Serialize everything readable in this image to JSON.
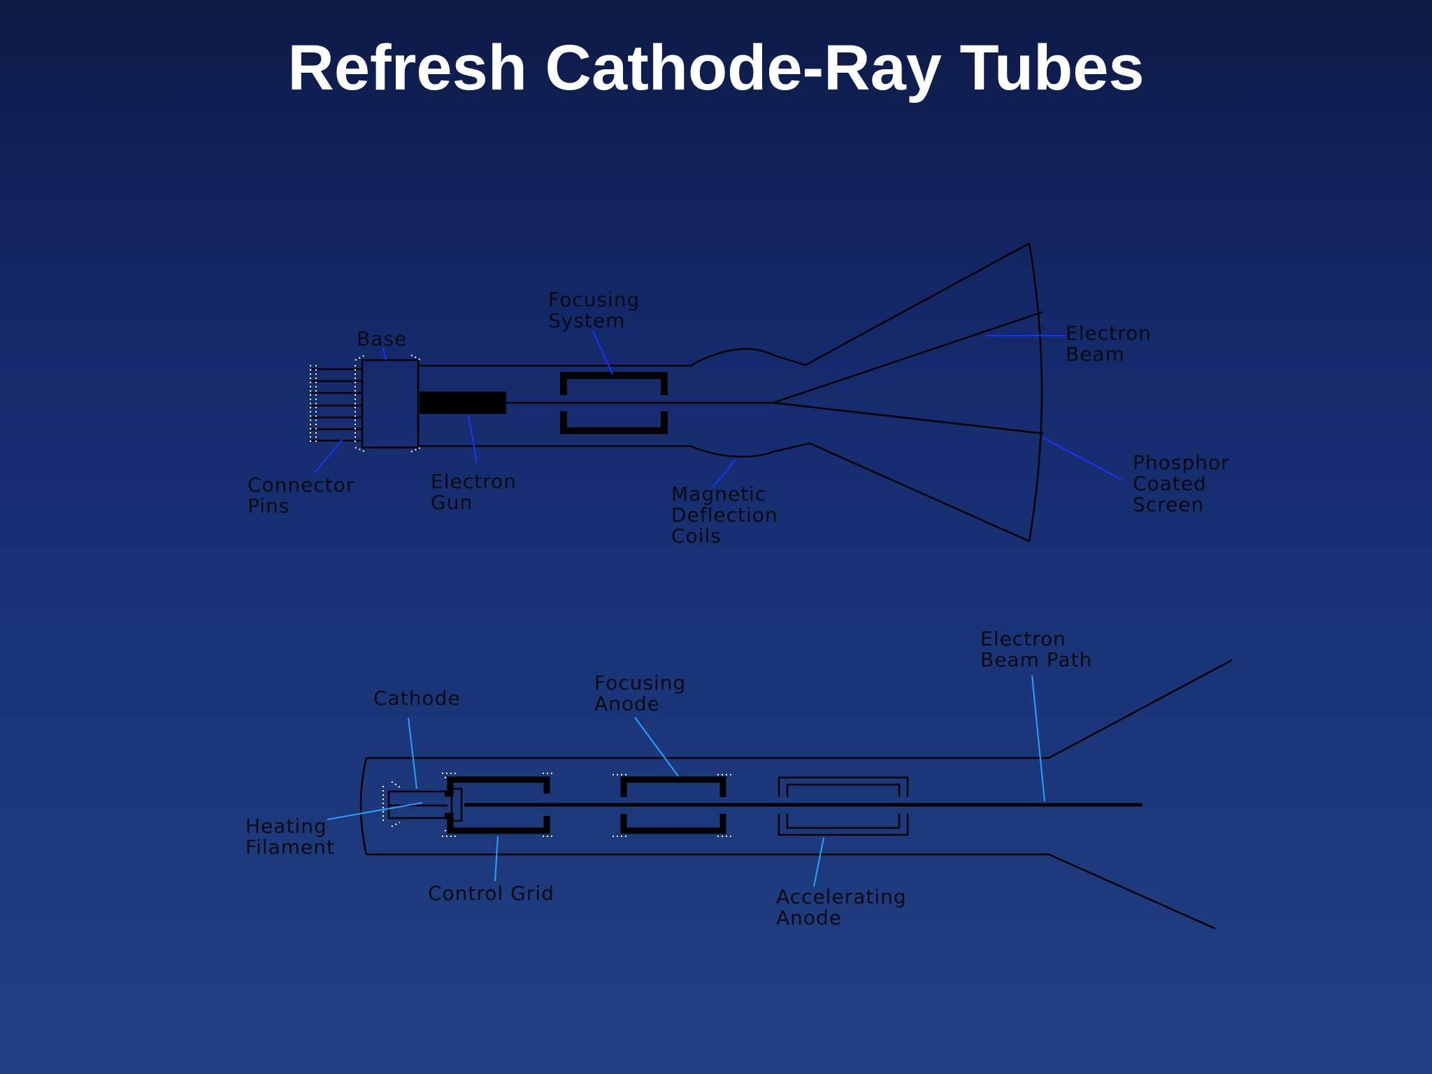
{
  "title": "Refresh Cathode-Ray Tubes",
  "top_diagram": {
    "labels": {
      "base": "Base",
      "focusing_system": [
        "Focusing",
        "System"
      ],
      "electron_beam": [
        "Electron",
        "Beam"
      ],
      "phosphor_coated_screen": [
        "Phosphor",
        "Coated",
        "Screen"
      ],
      "connector_pins": [
        "Connector",
        "Pins"
      ],
      "electron_gun": [
        "Electron",
        "Gun"
      ],
      "magnetic_deflection_coils": [
        "Magnetic",
        "Deflection",
        "Coils"
      ]
    }
  },
  "bottom_diagram": {
    "labels": {
      "electron_beam_path": [
        "Electron",
        "Beam Path"
      ],
      "focusing_anode": [
        "Focusing",
        "Anode"
      ],
      "cathode": "Cathode",
      "heating_filament": [
        "Heating",
        "Filament"
      ],
      "control_grid": "Control Grid",
      "accelerating_anode": [
        "Accelerating",
        "Anode"
      ]
    }
  },
  "colors": {
    "background_top": "#0c1a45",
    "background_bottom": "#213f82",
    "title": "#ffffff",
    "leader_line_top": "#1a33ff",
    "leader_line_bottom": "#2aa0ff"
  }
}
